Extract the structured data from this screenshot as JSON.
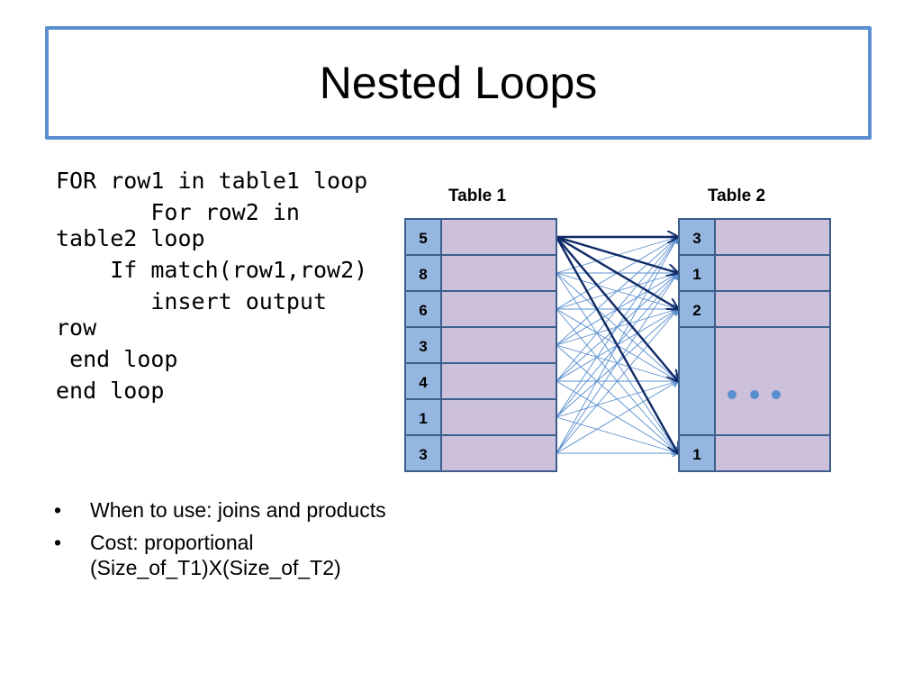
{
  "title": "Nested Loops",
  "code_lines": [
    "FOR row1 in table1 loop",
    "       For row2 in table2 loop",
    "    If match(row1,row2)",
    "       insert output row",
    " end loop",
    "end loop"
  ],
  "bullets": [
    "When to use: joins and products",
    "Cost: proportional (Size_of_T1)X(Size_of_T2)"
  ],
  "diagram": {
    "table1_label": "Table 1",
    "table2_label": "Table 2",
    "table1_keys": [
      "5",
      "8",
      "6",
      "3",
      "4",
      "1",
      "3"
    ],
    "table2_keys": [
      "3",
      "1",
      "2",
      "",
      "1"
    ],
    "ellipsis": "• • •",
    "colors": {
      "key_fill": "#94b6e0",
      "row_fill": "#ccc0da",
      "border": "#3d5f8c",
      "thin_arrow": "#5a8fcf",
      "bold_arrow": "#0f2a66"
    }
  }
}
